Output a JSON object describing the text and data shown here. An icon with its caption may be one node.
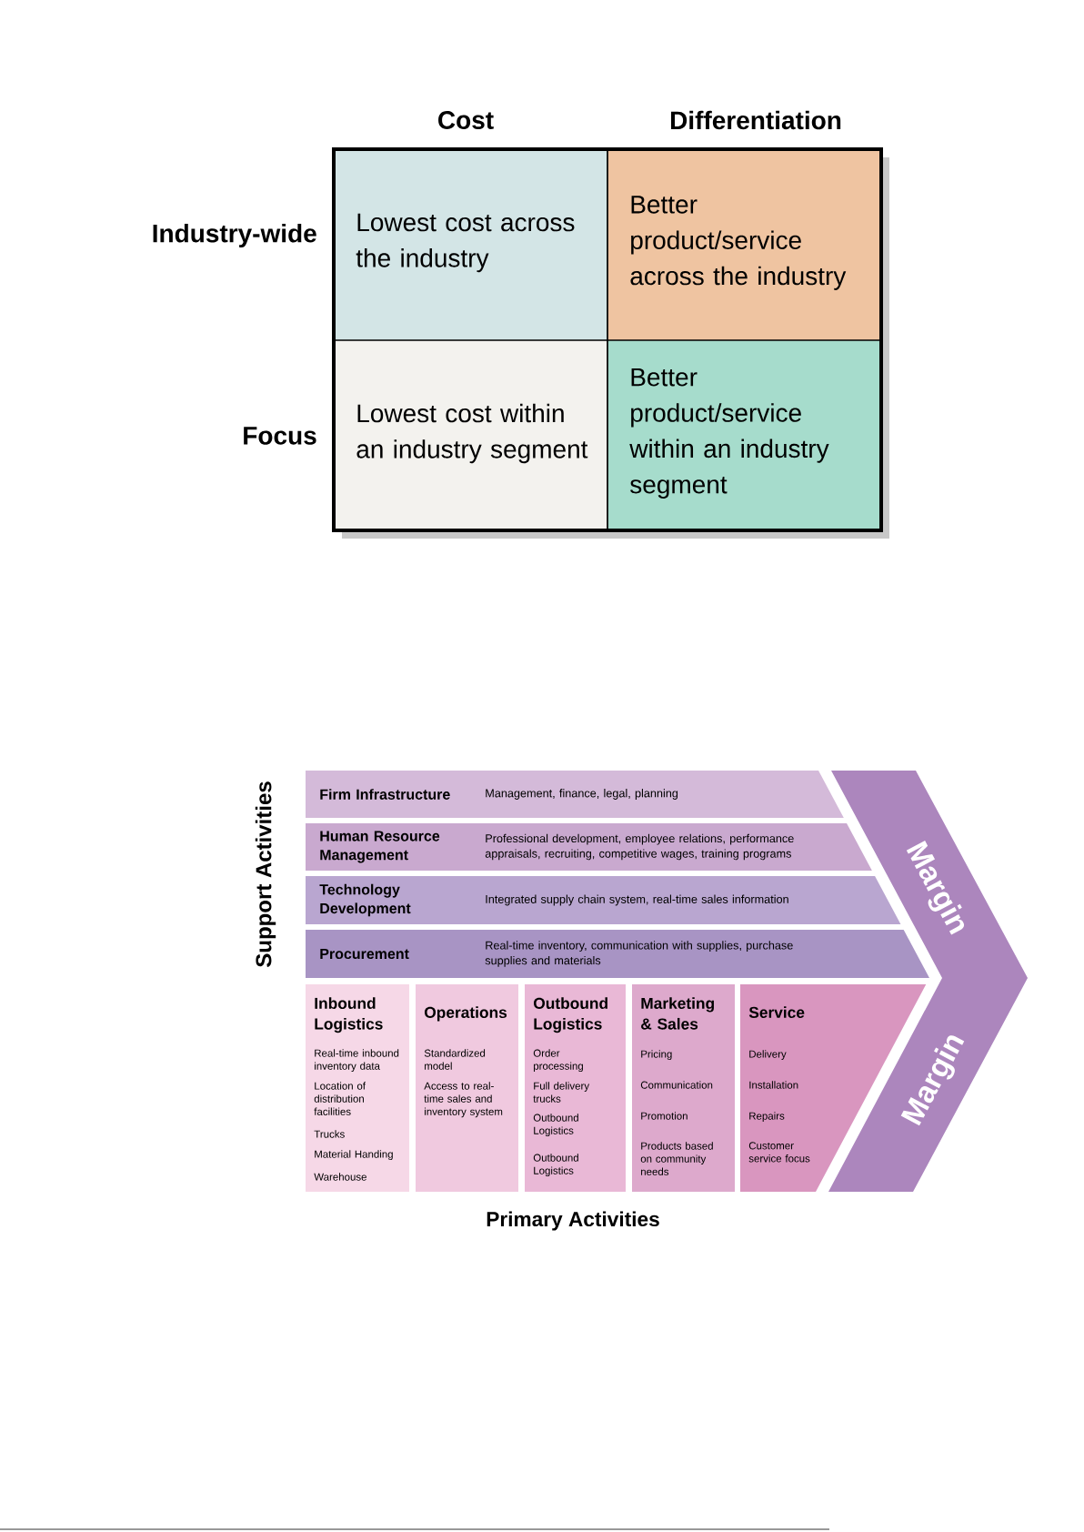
{
  "diagram": {
    "nodes": [
      {
        "text": [
          "Lowest cost across the industry"
        ]
      },
      {
        "text": [
          "Better product/service across the industry"
        ]
      },
      {
        "text": [
          "Lowest cost within an industry segment"
        ]
      },
      {
        "text": [
          "Better product/service within an industry segment"
        ]
      },
      {
        "text": [
          "Firm Infrastructure",
          "Management, finance, legal, planning"
        ]
      },
      {
        "text": [
          "Human Resource Management",
          "Professional development, employee relations, performance appraisals, recruiting, competitive wages, training programs"
        ]
      },
      {
        "text": [
          "Technology Development",
          "Integrated supply chain system, real-time sales information"
        ]
      },
      {
        "text": [
          "Procurement",
          "Real-time inventory, communication with supplies, purchase supplies and materials"
        ]
      },
      {
        "text": [
          "Inbound Logistics",
          "Real-time inbound inventory data",
          "Location of distribution facilities",
          "Trucks",
          "Material Handing",
          "Warehouse"
        ]
      },
      {
        "text": [
          "Operations",
          "Standardized model",
          "Access to real-time sales and inventory system"
        ]
      },
      {
        "text": [
          "Outbound Logistics",
          "Order processing",
          "Full delivery trucks",
          "Outbound Logistics",
          "Outbound Logistics"
        ]
      },
      {
        "text": [
          "Marketing & Sales",
          "Pricing",
          "Communication",
          "Promotion",
          "Products based on community needs"
        ]
      },
      {
        "text": [
          "Service",
          "Delivery",
          "Installation",
          "Repairs",
          "Customer service focus"
        ]
      },
      {
        "text": [
          "Margin",
          "Margin"
        ]
      }
    ],
    "labels": [
      "Cost",
      "Differentiation",
      "Industry-wide",
      "Focus",
      "Support Activities",
      "Primary Activities"
    ]
  }
}
